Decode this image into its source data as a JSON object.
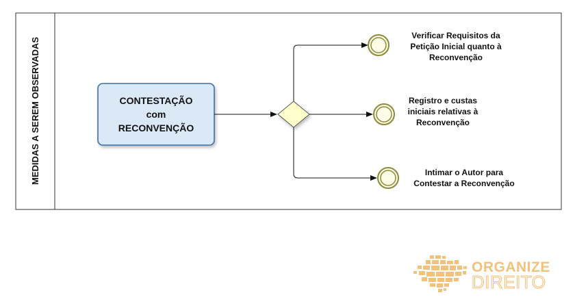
{
  "pool": {
    "lane_label": "MEDIDAS A SEREM OBSERVADAS"
  },
  "task": {
    "lines": [
      "CONTESTAÇÃO",
      "com",
      "RECONVENÇÃO"
    ]
  },
  "events": [
    {
      "lines": [
        "Verificar Requisitos da",
        "Petição Inicial quanto à",
        "Reconvenção"
      ]
    },
    {
      "lines": [
        "Registro e custas",
        "iniciais relativas à",
        "Reconvenção"
      ]
    },
    {
      "lines": [
        "Intimar o Autor para",
        "Contestar a Reconvenção"
      ]
    }
  ],
  "logo": {
    "line1": "ORGANIZE",
    "line2": "DIREITO"
  },
  "colors": {
    "task_fill": "#dbe9f7",
    "task_stroke": "#3b6ea8",
    "gateway_fill": "#ffffcc",
    "event_stroke": "#8c8a3a",
    "logo": "#f3c27a"
  }
}
